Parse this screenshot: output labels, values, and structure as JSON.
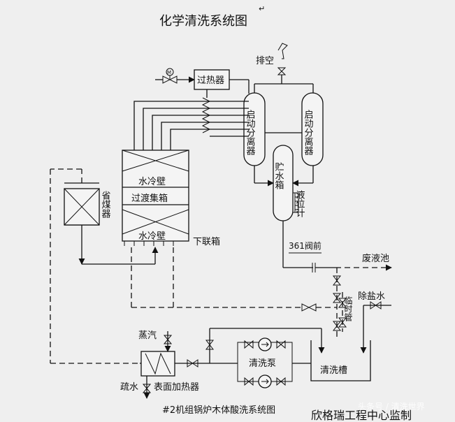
{
  "title": "化学清洗系统图",
  "caption": "#2机组锅炉木体酸洗系统图",
  "watermark": "头条号 / 清洗世界",
  "credit": "欣格瑞工程中心监制",
  "labels": {
    "vent": "排空",
    "superheater": "过热器",
    "separator_left": "启动分离器",
    "separator_right": "启动分离器",
    "water_tank": "贮水箱",
    "level_gauge": "液位计",
    "economizer": "省煤器",
    "water_wall_upper": "水冷壁",
    "transition_header": "过渡集箱",
    "water_wall_lower": "水冷壁",
    "lower_header": "下联箱",
    "valve_361": "361阀前",
    "waste_pool": "废液池",
    "demin_water": "除盐水",
    "temp_pipe": "临时管",
    "steam": "蒸汽",
    "drain": "疏水",
    "surface_heater": "表面加热器",
    "cleaning_pump": "清洗泵",
    "cleaning_tank": "清洗槽"
  }
}
